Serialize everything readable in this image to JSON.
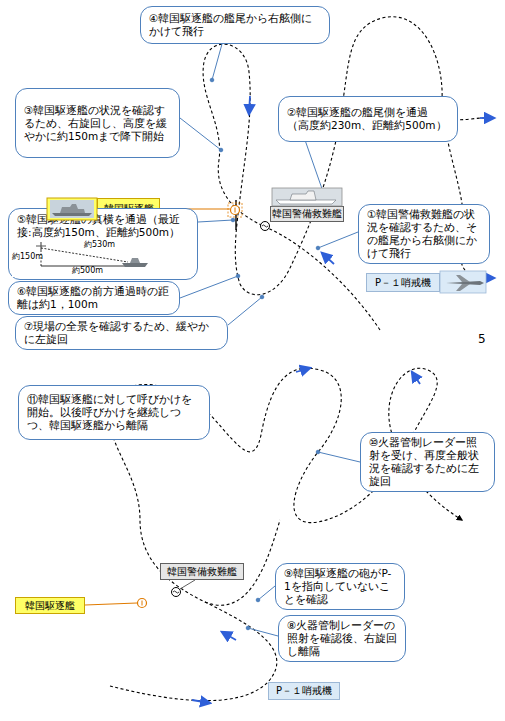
{
  "diagram": {
    "nodes": [
      {
        "text": [
          "④韓国駆逐艦の艦尾から右舷側にかけて飛行"
        ]
      },
      {
        "text": [
          "③韓国駆逐艦の状況を確認するため、右旋回し、高度を緩やかに約150mまで降下開始"
        ]
      },
      {
        "text": [
          "②韓国駆逐艦の艦尾側を通過（高度約230m、距離約500m）"
        ]
      },
      {
        "text": [
          "韓国駆逐艦"
        ]
      },
      {
        "text": [
          "韓国警備救難艦"
        ]
      },
      {
        "text": [
          "①韓国警備救難艦の状況を確認するため、その艦尾から右舷側にかけて飛行"
        ]
      },
      {
        "text": [
          "⑤韓国駆逐艦の真横を通過（最近接:高度約150m、距離約500m）"
        ]
      },
      {
        "text": [
          "⑥韓国駆逐艦の前方通過時の距離は約1，100m"
        ]
      },
      {
        "text": [
          "⑦現場の全景を確認するため、緩やかに左旋回"
        ]
      },
      {
        "text": [
          "P－１哨戒機"
        ]
      },
      {
        "text": [
          "⑪韓国駆逐艦に対して呼びかけを開始。以後呼びかけを継続しつつ、韓国駆逐艦から離隔"
        ]
      },
      {
        "text": [
          "⑩火器管制レーダー照射を受け、再度全般状況を確認するために左旋回"
        ]
      },
      {
        "text": [
          "韓国警備救難艦"
        ]
      },
      {
        "text": [
          "韓国駆逐艦"
        ]
      },
      {
        "text": [
          "⑨韓国駆逐艦の砲がP-1を指向していないことを確認"
        ]
      },
      {
        "text": [
          "⑧火器管制レーダーの照射を確認後、右旋回し離隔"
        ]
      },
      {
        "text": [
          "P－１哨戒機"
        ]
      }
    ],
    "labels": [
      "約530m",
      "約150m",
      "約500m",
      "5"
    ]
  }
}
